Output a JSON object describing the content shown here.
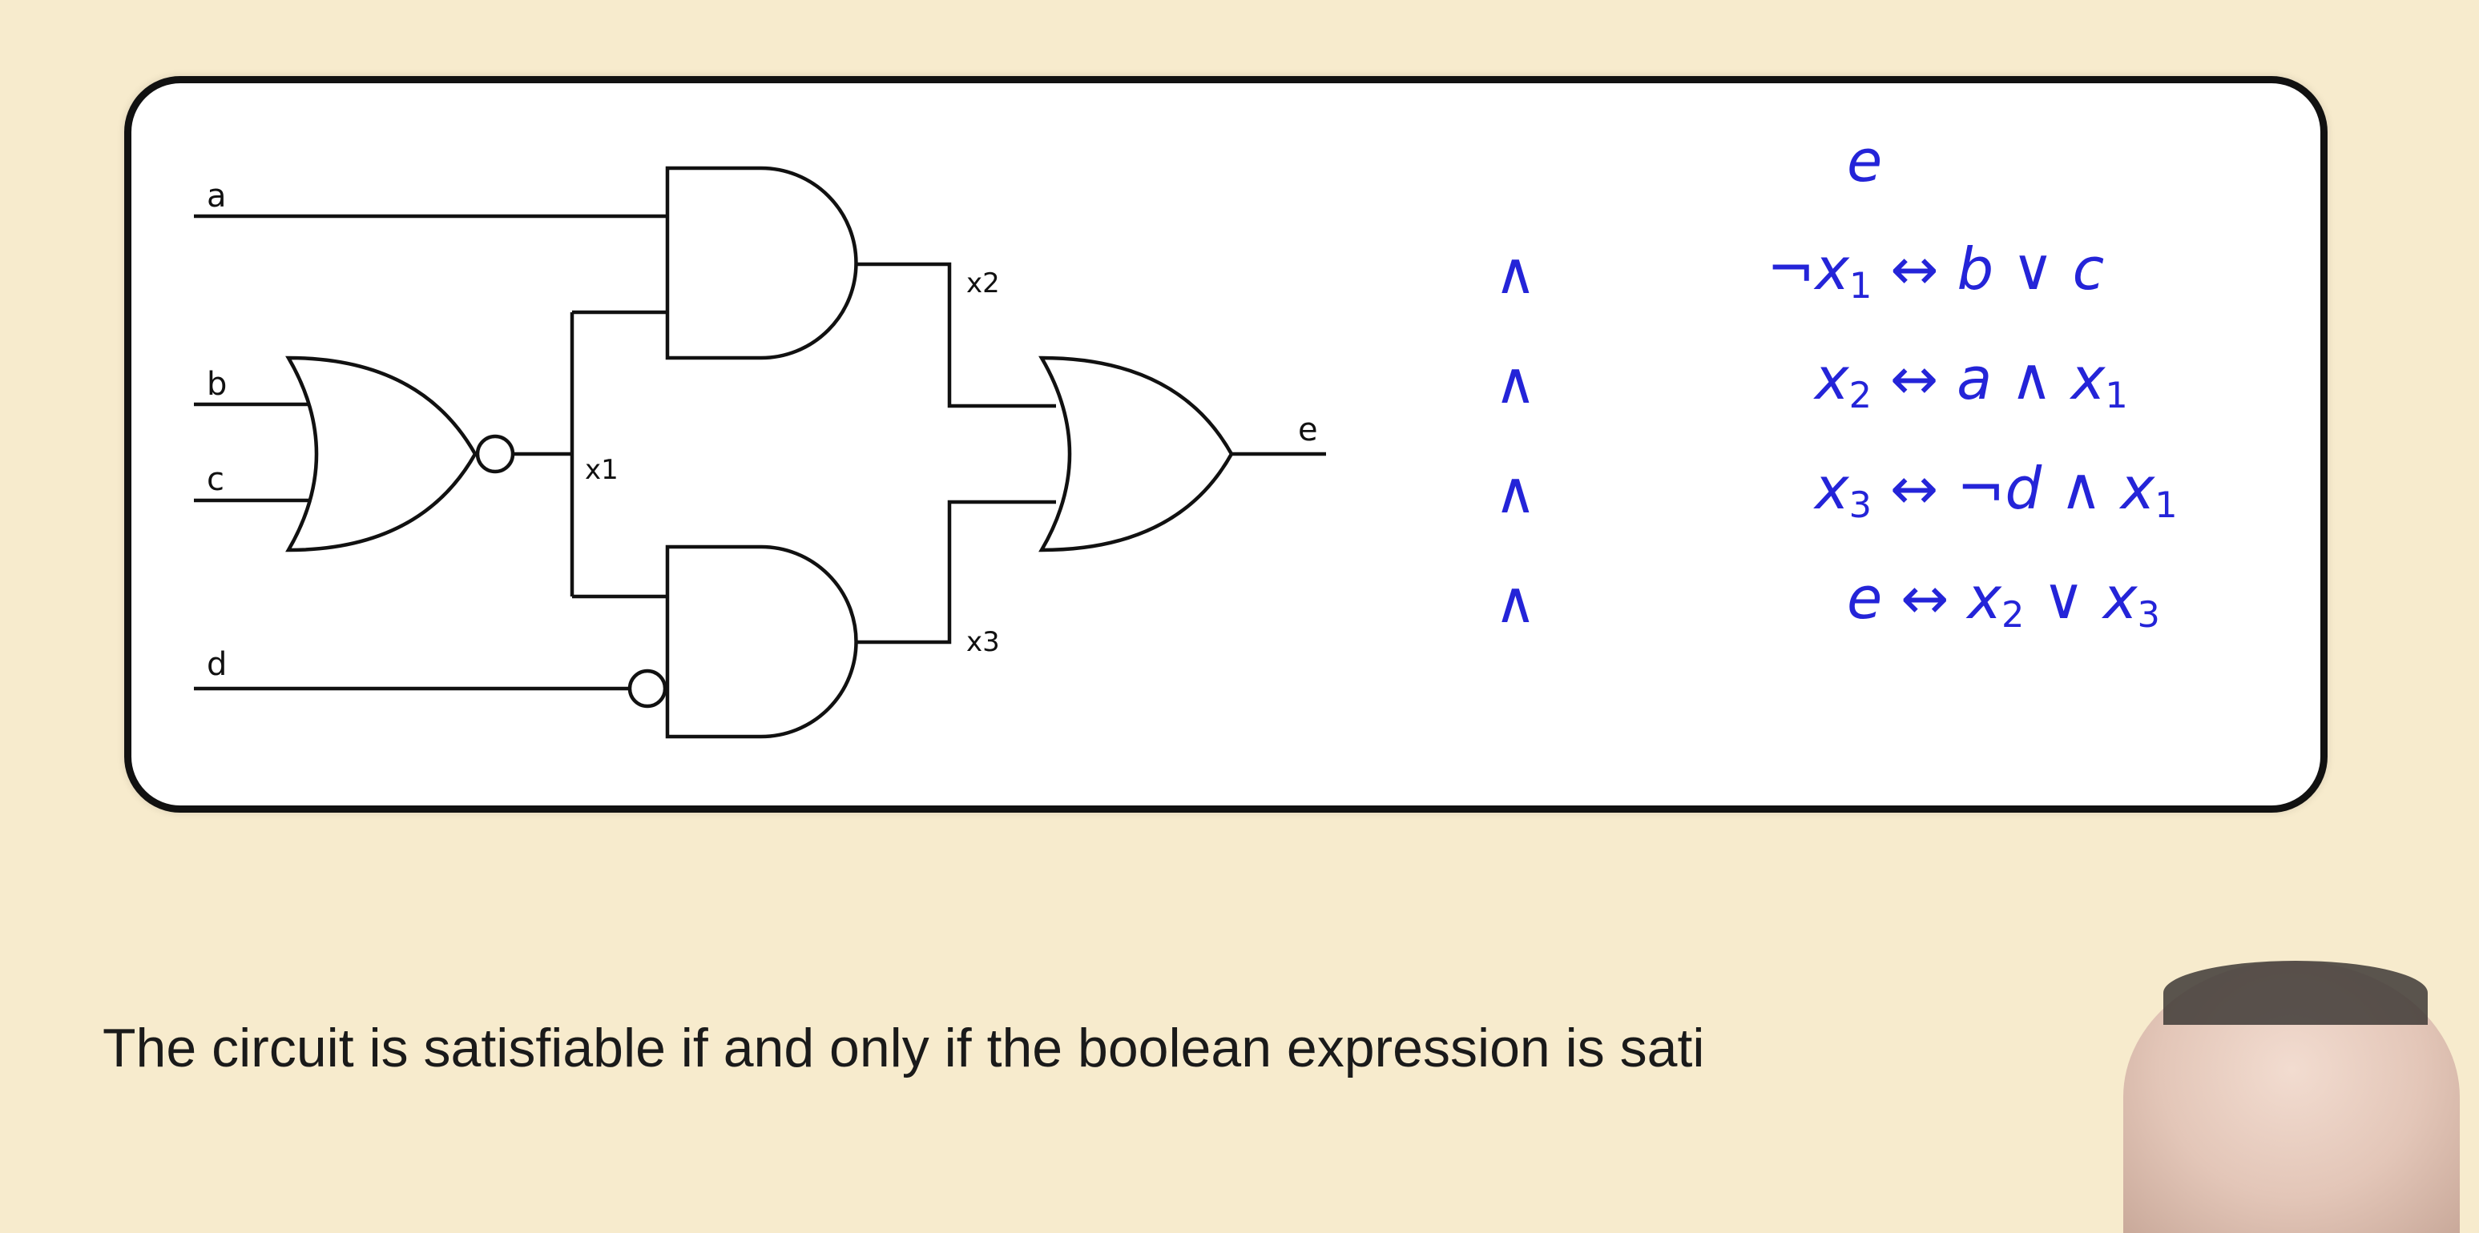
{
  "circuit": {
    "inputs": [
      "a",
      "b",
      "c",
      "d"
    ],
    "nets": [
      "x1",
      "x2",
      "x3"
    ],
    "output": "e"
  },
  "formula": {
    "operator": "∧",
    "top_line": "e",
    "clauses": [
      {
        "lhs": "¬x",
        "lhs_sub": "1",
        "rest": " ↔ b ∨ c"
      },
      {
        "lhs": "x",
        "lhs_sub": "2",
        "rest": " ↔ a ∧ x",
        "rest_sub": "1"
      },
      {
        "lhs": "x",
        "lhs_sub": "3",
        "rest": " ↔ ¬d ∧ x",
        "rest_sub": "1"
      },
      {
        "lhs": "e ↔ x",
        "lhs_sub": "2",
        "rest": " ∨ x",
        "rest_sub": "3"
      }
    ]
  },
  "caption": "The circuit is satisfiable if and only if the boolean expression is sati"
}
